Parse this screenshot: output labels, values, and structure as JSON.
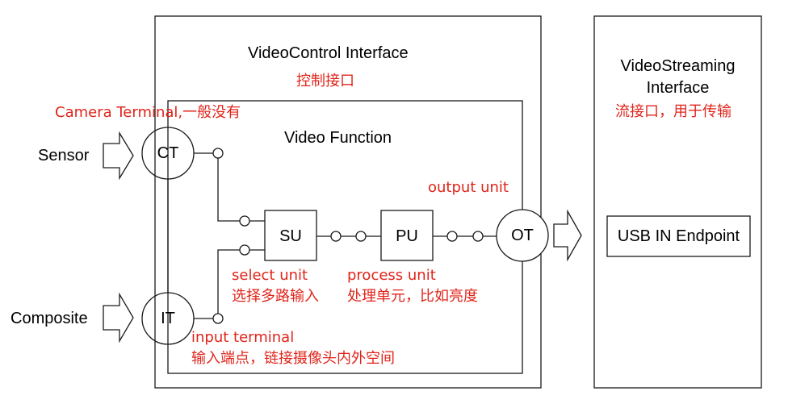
{
  "colors": {
    "line": "#1a1a1a",
    "annotation": "#e0241b",
    "text": "#000000"
  },
  "vc_interface": {
    "title": "VideoControl Interface",
    "note": "控制接口"
  },
  "vs_interface": {
    "title_line1": "VideoStreaming",
    "title_line2": "Interface",
    "note": "流接口，用于传输"
  },
  "video_function": {
    "title": "Video Function"
  },
  "inputs": {
    "sensor": "Sensor",
    "composite": "Composite"
  },
  "nodes": {
    "ct": "CT",
    "it": "IT",
    "su": "SU",
    "pu": "PU",
    "ot": "OT"
  },
  "endpoint": {
    "label": "USB IN Endpoint"
  },
  "annotations": {
    "camera_terminal": "Camera Terminal,一般没有",
    "output_unit": "output unit",
    "select_unit_en": "select unit",
    "select_unit_cn": "选择多路输入",
    "process_unit_en": "process unit",
    "process_unit_cn": "处理单元，比如亮度",
    "input_terminal_en": "input terminal",
    "input_terminal_cn": "输入端点，链接摄像头内外空间"
  }
}
